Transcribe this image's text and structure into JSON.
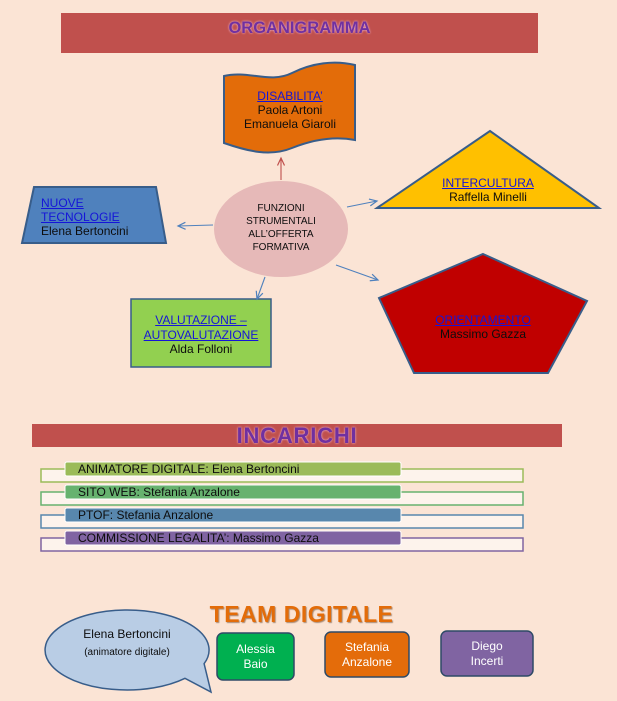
{
  "colors": {
    "page_background": "#fbe4d5",
    "banner": "#c0504d",
    "heading_purple": "#7030a0",
    "team_heading_orange": "#e36c09",
    "link": "#1515d8"
  },
  "header": {
    "title": "ORGANIGRAMMA"
  },
  "organigramma": {
    "center": {
      "label": "FUNZIONI STRUMENTALI ALL’OFFERTA FORMATIVA",
      "color": "#e6b9b8"
    },
    "disabilita": {
      "link": "DISABILITA’",
      "people": [
        "Paola Artoni",
        "Emanuela Giaroli"
      ],
      "color": "#e36c09"
    },
    "intercultura": {
      "link": "INTERCULTURA",
      "people": [
        "Raffella Minelli"
      ],
      "color": "#ffc000"
    },
    "nuove_tecnologie": {
      "link": "NUOVE TECNOLOGIE",
      "people": [
        "Elena Bertoncini"
      ],
      "color": "#4f81bd"
    },
    "valutazione": {
      "link": "VALUTAZIONE – AUTOVALUTAZIONE",
      "people": [
        "Alda Folloni"
      ],
      "color": "#92d050"
    },
    "orientamento": {
      "link": "ORIENTAMENTO",
      "people": [
        "Massimo Gazza"
      ],
      "color": "#c00000"
    }
  },
  "incarichi": {
    "title": "INCARICHI",
    "items": [
      {
        "text": "ANIMATORE DIGITALE: Elena Bertoncini",
        "color": "#9bbb59"
      },
      {
        "text": "SITO WEB: Stefania Anzalone",
        "color": "#67b26f"
      },
      {
        "text": "PTOF: Stefania Anzalone",
        "color": "#5887ad"
      },
      {
        "text": "COMMISSIONE LEGALITA’: Massimo Gazza",
        "color": "#8064a2"
      }
    ]
  },
  "team_digitale": {
    "title": "TEAM DIGITALE",
    "coordinator": {
      "name": "Elena Bertoncini",
      "role": "(animatore digitale)",
      "color": "#b9cde5"
    },
    "members": [
      {
        "name": "Alessia Baio",
        "color": "#00b050"
      },
      {
        "name": "Stefania Anzalone",
        "color": "#e46c0a"
      },
      {
        "name": "Diego Incerti",
        "color": "#8064a2"
      }
    ]
  }
}
